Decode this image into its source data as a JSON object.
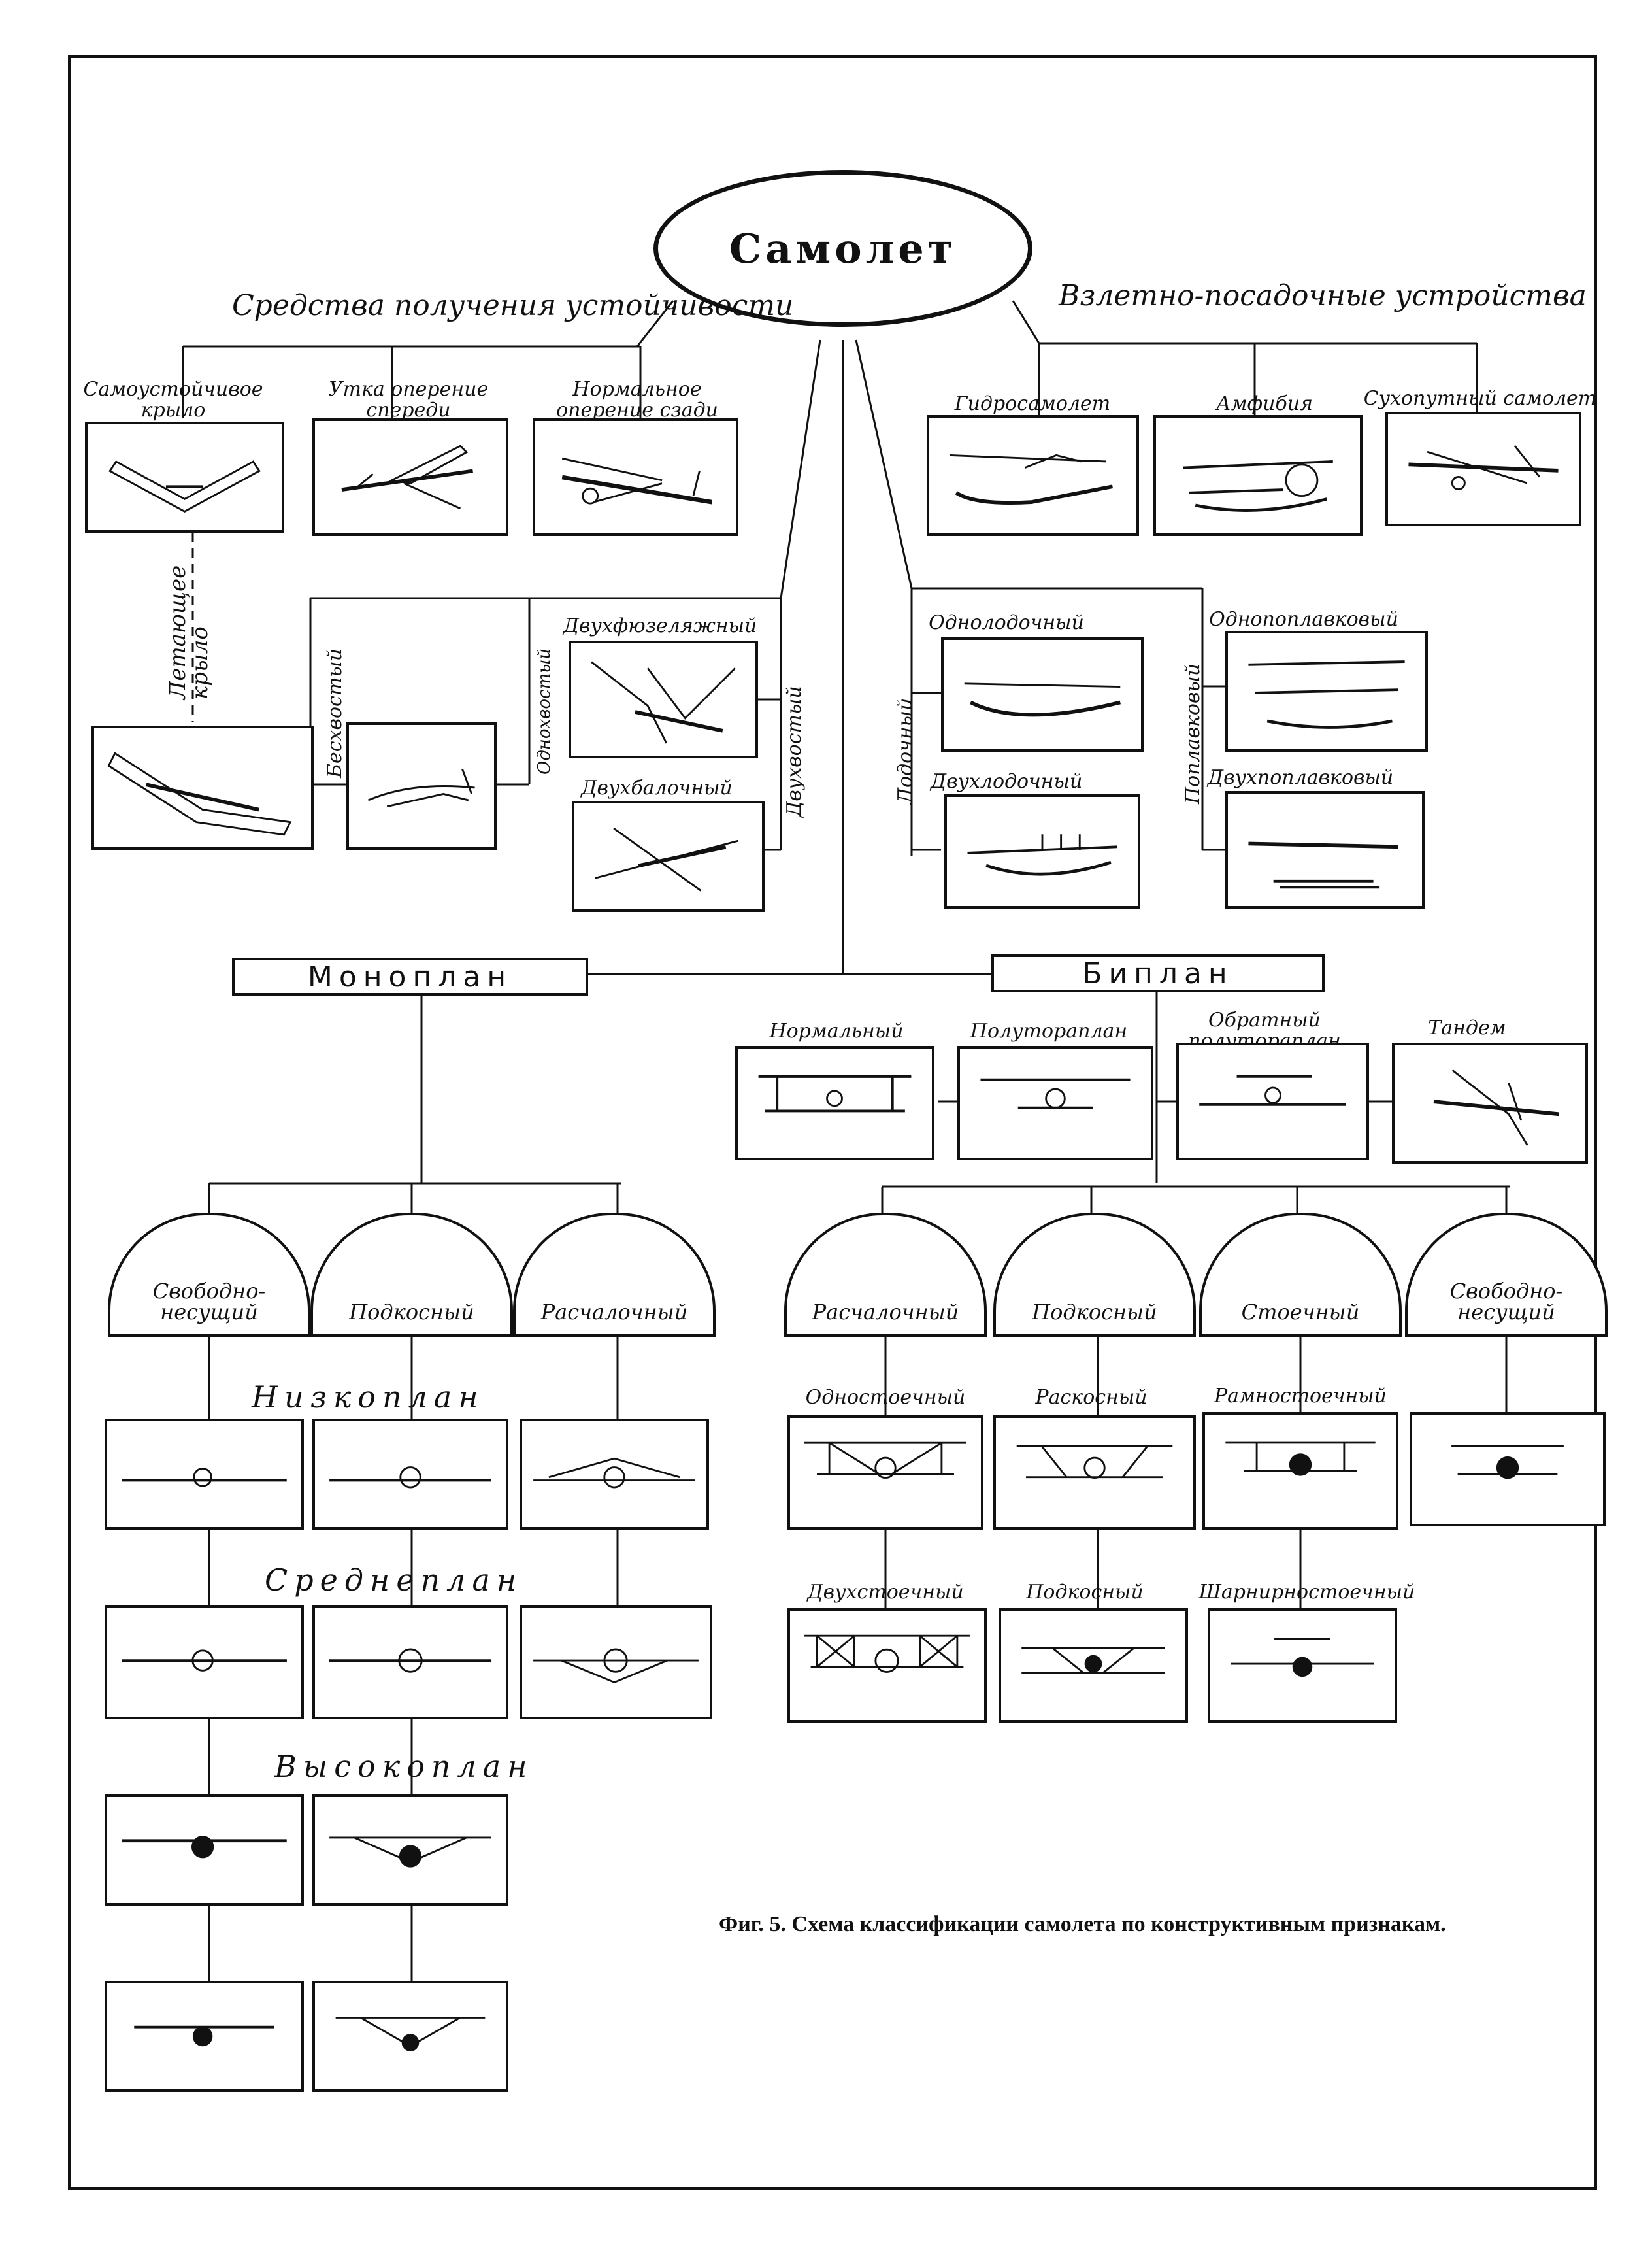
{
  "root": "Самолет",
  "groups": {
    "stability": "Средства получения устойчивости",
    "landing_gear": "Взлетно-посадочные устройства"
  },
  "stability_types": [
    "Самоустойчивое крыло",
    "Утка оперение спереди",
    "Нормальное оперение сзади"
  ],
  "landing_types": [
    "Гидросамолет",
    "Амфибия",
    "Сухопутный самолет"
  ],
  "flying_wing": "Летающее крыло",
  "tail_types": [
    "Бесхвостый",
    "Однохвостый",
    "Двухвостый"
  ],
  "twin_tail": [
    "Двухфюзеляжный",
    "Двухбалочный"
  ],
  "hydro_types": [
    "Лодочный",
    "Поплавковый"
  ],
  "boat": [
    "Однолодочный",
    "Двухлодочный"
  ],
  "float": [
    "Однопоплавковый",
    "Двухпоплавковый"
  ],
  "monoplane": "Моноплан",
  "biplane": "Биплан",
  "biplane_types": [
    "Нормальный",
    "Полутораплан",
    "Обратный полутораплан",
    "Тандем"
  ],
  "mono_bracing": [
    "Свободно-несущий",
    "Подкосный",
    "Расчалочный"
  ],
  "bi_bracing": [
    "Расчалочный",
    "Подкосный",
    "Стоечный",
    "Свободно-несущий"
  ],
  "wing_positions": [
    "Низкоплан",
    "Среднеплан",
    "Высокоплан"
  ],
  "strut_types": [
    "Одностоечный",
    "Раскосный",
    "Рамностоечный",
    "Двухстоечный",
    "Подкосный",
    "Шарнирностоечный"
  ],
  "caption": "Фиг. 5. Схема классификации самолета по конструктивным признакам."
}
